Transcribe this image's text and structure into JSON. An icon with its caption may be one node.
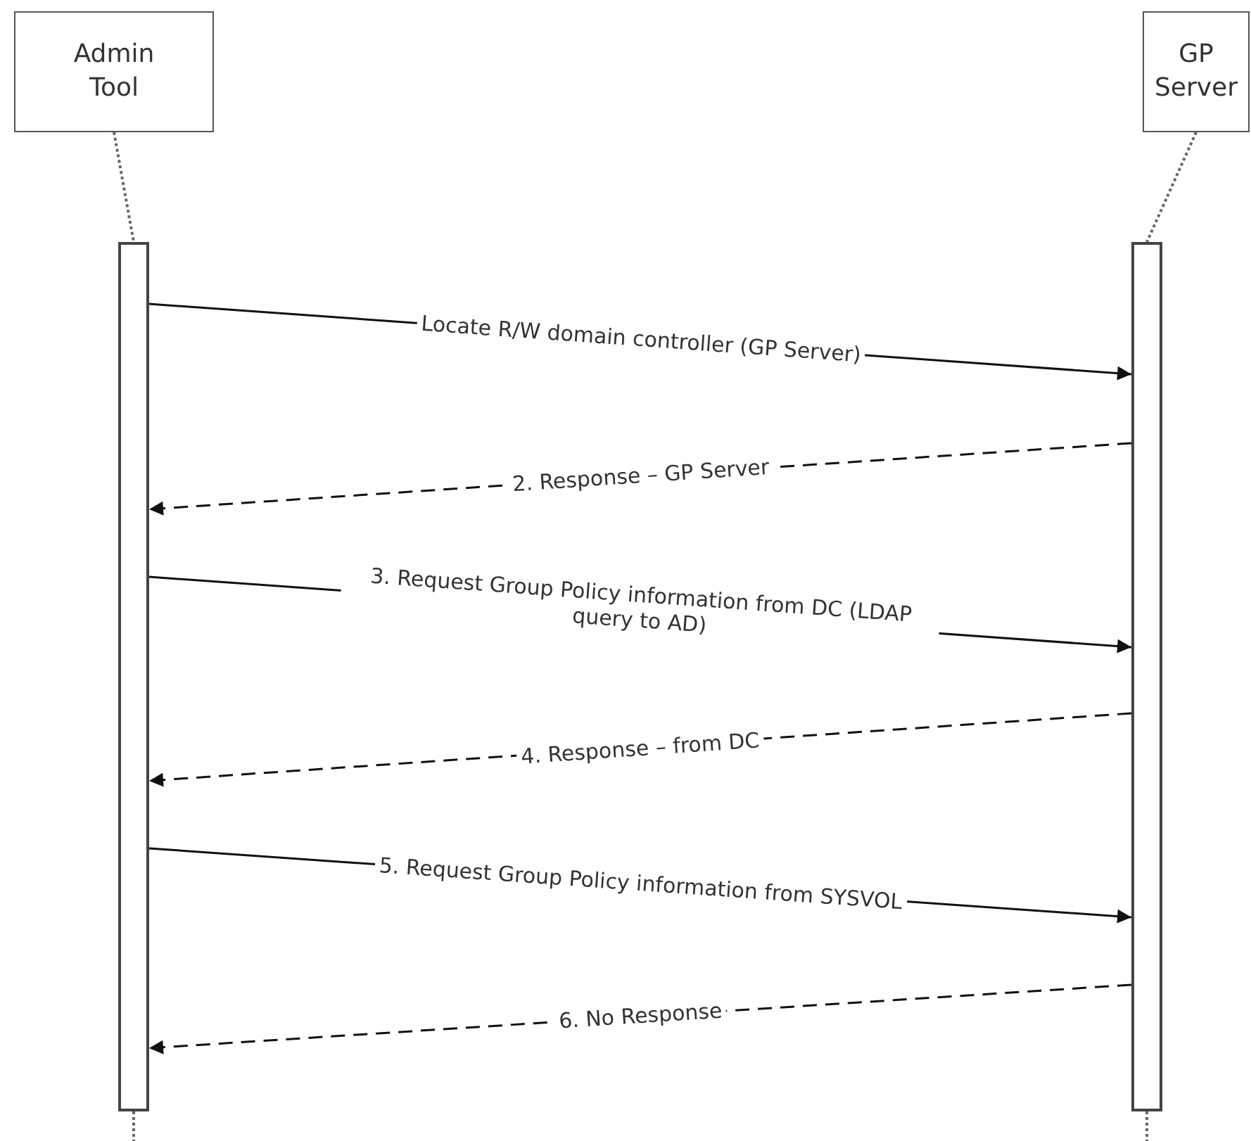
{
  "diagram": {
    "nodes": [
      {
        "text": [
          "Admin Tool"
        ]
      },
      {
        "text": [
          "GP Server"
        ]
      },
      {
        "text": [],
        "shape": "bar"
      },
      {
        "text": [],
        "shape": "bar"
      }
    ],
    "edges": [
      {
        "from": 0,
        "to": 2,
        "arrow": "none",
        "style": "dashed"
      },
      {
        "from": 1,
        "to": 3,
        "arrow": "none",
        "style": "dashed"
      },
      {
        "from": 2,
        "to": 3,
        "arrow": "to",
        "label": "Locate R/W domain controller (GP Server)"
      },
      {
        "from": 3,
        "to": 2,
        "arrow": "to",
        "label": "2. Response – GP Server",
        "style": "dashed"
      },
      {
        "from": 2,
        "to": 3,
        "arrow": "to",
        "label": "3. Request Group Policy information from DC (LDAP query to AD)"
      },
      {
        "from": 3,
        "to": 2,
        "arrow": "to",
        "label": "4. Response – from DC",
        "style": "dashed"
      },
      {
        "from": 2,
        "to": 3,
        "arrow": "to",
        "label": "5. Request Group Policy information from SYSVOL"
      },
      {
        "from": 3,
        "to": 2,
        "arrow": "to",
        "label": "6. No Response",
        "style": "dashed"
      }
    ]
  }
}
